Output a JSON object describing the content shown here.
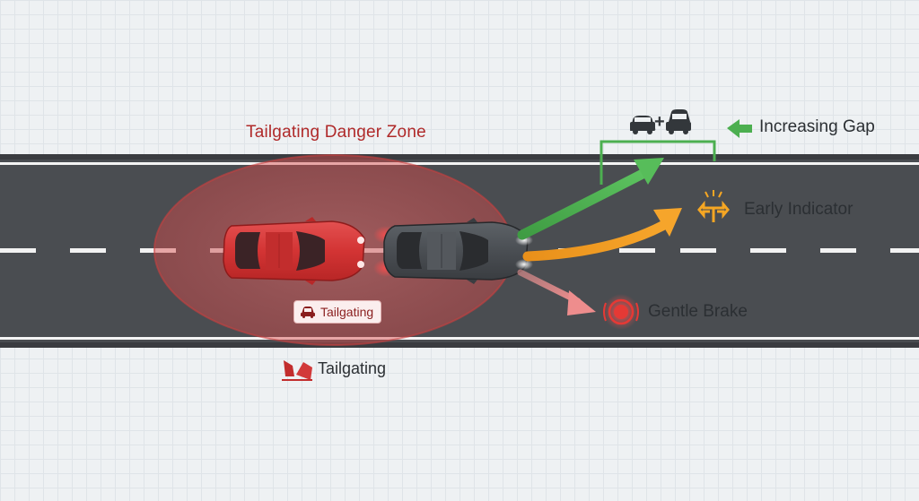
{
  "diagram": {
    "zone_label": "Tailgating Danger Zone",
    "tag_label": "Tailgating",
    "warning_label": "Tailgating",
    "actions": [
      {
        "label": "Increasing Gap",
        "color": "#4caf50"
      },
      {
        "label": "Early Indicator",
        "color": "#f5a623"
      },
      {
        "label": "Gentle Brake",
        "color": "#e53935"
      }
    ],
    "plus_symbol": "+",
    "icons": {
      "gap": "arrow-left-icon",
      "indicator": "turn-signal-icon",
      "brake": "brake-warning-icon",
      "warning": "collision-warning-icon",
      "tag": "car-icon"
    },
    "colors": {
      "road": "#4a4d51",
      "danger_zone": "#e05555",
      "tailgating_car": "#d23a3a",
      "lead_car": "#4b4f54"
    }
  }
}
